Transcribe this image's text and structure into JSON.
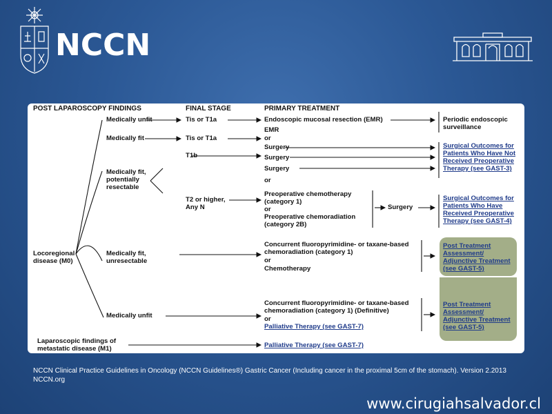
{
  "brand": {
    "name": "NCCN"
  },
  "diagram": {
    "headers": {
      "findings": "POST LAPAROSCOPY FINDINGS",
      "final_stage": "FINAL STAGE",
      "primary_treatment": "PRIMARY TREATMENT"
    },
    "root": "Locoregional disease (M0)",
    "branches": {
      "unfit1": "Medically unfit",
      "fit1": "Medically fit",
      "fit_resectable": "Medically fit, potentially resectable",
      "fit_unresectable": "Medically fit, unresectable",
      "unfit2": "Medically unfit"
    },
    "stages": {
      "tis1": "Tis or T1a",
      "tis2": "Tis or T1a",
      "t1b": "T1b",
      "t2": "T2 or higher, Any N"
    },
    "treatments": {
      "emr": "Endoscopic mucosal resection (EMR)",
      "emr_alt": "EMR",
      "or": "or",
      "surgery": "Surgery",
      "surgery_kl": "Surgery",
      "preop_chemo": "Preoperative chemotherapy",
      "category1": "(category 1)",
      "preop_chemorad": "Preoperative chemoradiation",
      "category2b": "(category 2B)",
      "concurrent1": "Concurrent fluoropyrimidine- or taxane-based chemoradiation (category 1)",
      "chemotherapy": "Chemotherapy",
      "concurrent2": "Concurrent fluoropyrimidine- or taxane-based chemoradiation (category 1) (Definitive)",
      "palliative": "Palliative Therapy (see GAST-7)"
    },
    "outcomes": {
      "periodic": "Periodic endoscopic surveillance",
      "surgical_no_preop": "Surgical Outcomes for Patients Who Have Not Received Preoperative Therapy (see GAST-3)",
      "surgical_preop": "Surgical Outcomes for Patients Who Have Received Preoperative Therapy (see GAST-4)",
      "post_treatment": "Post Treatment Assessment/ Adjunctive Treatment (see GAST-5)"
    },
    "metastatic": "Laparoscopic findings of metastatic disease (M1)",
    "metastatic_treatment": "Palliative Therapy (see GAST-7)"
  },
  "caption": "NCCN Clinical Practice Guidelines in Oncology (NCCN Guidelines®) Gastric Cancer (Including cancer in the proximal 5cm of the stomach). Version 2.2013 NCCN.org",
  "website": "www.cirugiahsalvador.cl",
  "colors": {
    "background": "#2b5895",
    "link": "#1f3b8a",
    "highlight": "#a3ae88"
  }
}
